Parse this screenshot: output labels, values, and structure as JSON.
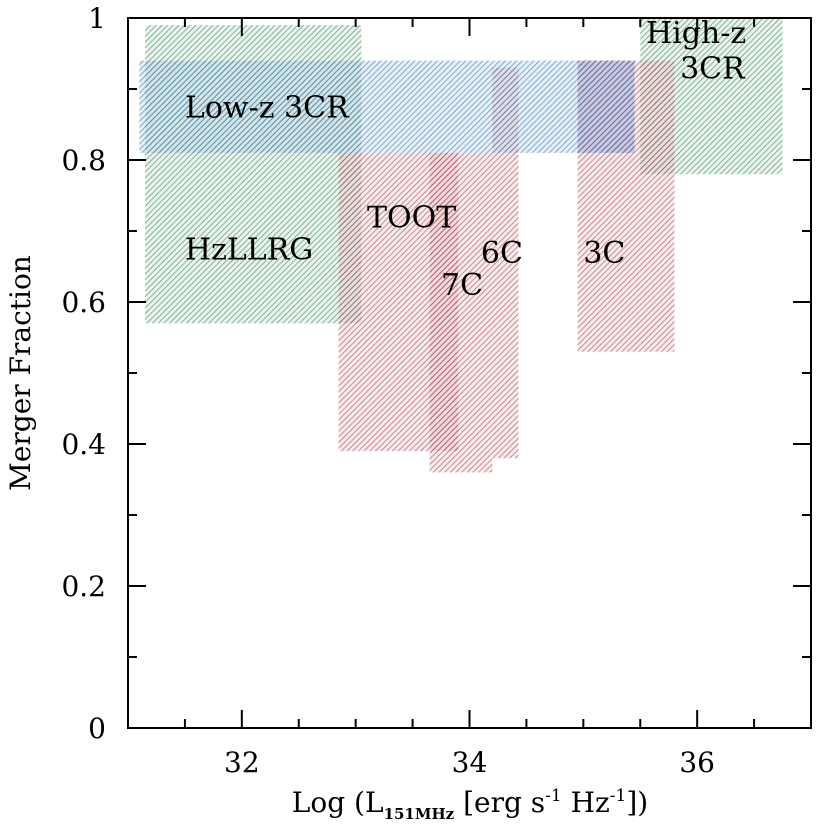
{
  "chart_data": {
    "type": "area",
    "title": "",
    "xlabel_parts": {
      "prefix": "Log (L",
      "subscript": "151MHz",
      "middle": " [erg s",
      "sup1": "-1",
      "middle2": " Hz",
      "sup2": "-1",
      "suffix": "])"
    },
    "ylabel": "Merger Fraction",
    "xlim": [
      31.0,
      37.0
    ],
    "ylim": [
      0,
      1
    ],
    "xticks_major": [
      32,
      34,
      36
    ],
    "xtick_labels": [
      "32",
      "34",
      "36"
    ],
    "yticks_major": [
      0,
      0.2,
      0.4,
      0.6,
      0.8,
      1
    ],
    "ytick_labels": [
      "0",
      "0.2",
      "0.4",
      "0.6",
      "0.8",
      "1"
    ],
    "grid": false,
    "colors": {
      "green": "#3c8a5a",
      "blue": "#3d7fb8",
      "red": "#b0474f",
      "purple": "#6a4a9a"
    },
    "regions": [
      {
        "name": "HzLLRG",
        "x": [
          31.15,
          33.05
        ],
        "y": [
          0.57,
          0.99
        ],
        "color": "green"
      },
      {
        "name": "High-z 3CR",
        "x": [
          35.5,
          36.75
        ],
        "y": [
          0.78,
          1.0
        ],
        "color": "green"
      },
      {
        "name": "TOOT",
        "x": [
          32.85,
          33.9
        ],
        "y": [
          0.39,
          0.81
        ],
        "color": "red"
      },
      {
        "name": "7C",
        "x": [
          33.65,
          34.2
        ],
        "y": [
          0.36,
          0.81
        ],
        "color": "red"
      },
      {
        "name": "6C",
        "x": [
          34.2,
          34.43
        ],
        "y": [
          0.38,
          0.93
        ],
        "color": "red"
      },
      {
        "name": "3C",
        "x": [
          34.95,
          35.8
        ],
        "y": [
          0.53,
          0.94
        ],
        "color": "red"
      },
      {
        "name": "3C-overlap",
        "x": [
          34.95,
          35.45
        ],
        "y": [
          0.81,
          0.94
        ],
        "color": "purple"
      },
      {
        "name": "Low-z 3CR",
        "x": [
          31.1,
          35.45
        ],
        "y": [
          0.81,
          0.94
        ],
        "color": "blue"
      }
    ],
    "labels": [
      {
        "text": "Low-z 3CR",
        "x": 31.5,
        "y": 0.86
      },
      {
        "text": "HzLLRG",
        "x": 31.5,
        "y": 0.66
      },
      {
        "text": "TOOT",
        "x": 33.1,
        "y": 0.705
      },
      {
        "text": "6C",
        "x": 34.1,
        "y": 0.655
      },
      {
        "text": "7C",
        "x": 33.75,
        "y": 0.61
      },
      {
        "text": "3C",
        "x": 35.0,
        "y": 0.655
      },
      {
        "text": "High-z",
        "x": 35.55,
        "y": 0.965
      },
      {
        "text": "3CR",
        "x": 35.85,
        "y": 0.915
      }
    ]
  }
}
